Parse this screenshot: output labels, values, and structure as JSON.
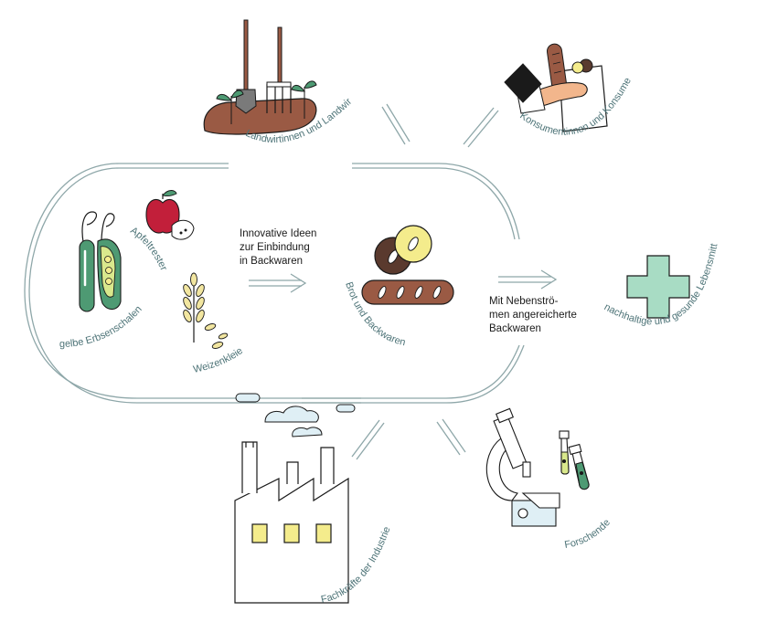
{
  "labels": {
    "farmers": "Landwirtinnen und Landwirte",
    "consumers": "Konsumentinnen und Konsumenten",
    "health": "nachhaltige und gesunde Lebensmittel",
    "researchers": "Forschende",
    "industry": "Fachkräfte der Industrie",
    "apple": "Apfeltrester",
    "peas": "gelbe Erbsenschalen",
    "wheat": "Weizenkleie",
    "bread": "Brot und Backwaren"
  },
  "texts": {
    "ideas": [
      "Innovative Ideen",
      "zur Einbindung",
      "in Backwaren"
    ],
    "enriched": [
      "Mit Nebenströ-",
      "men angereicherte",
      "Backwaren"
    ]
  },
  "colors": {
    "outline": "#1a1a1a",
    "loop": "#8ea7a9",
    "label": "#4e7478",
    "soil": "#9a5a44",
    "pea": "#4e9a73",
    "pea_light": "#d9e88c",
    "apple": "#c21f3a",
    "wheat": "#f2e6a0",
    "bread": "#9a5a44",
    "cross": "#a8dcc4",
    "window": "#f4ec8c",
    "cloud": "#dfeff5"
  },
  "icons": [
    "shovel-icon",
    "pitchfork-icon",
    "seedling-icon",
    "shopping-bag-icon",
    "baguette-icon",
    "wallet-icon",
    "cross-icon",
    "microscope-icon",
    "test-tube-icon",
    "factory-icon",
    "cloud-icon",
    "apple-icon",
    "pea-pod-icon",
    "wheat-ear-icon",
    "bread-loaf-icon",
    "bagel-icon"
  ]
}
